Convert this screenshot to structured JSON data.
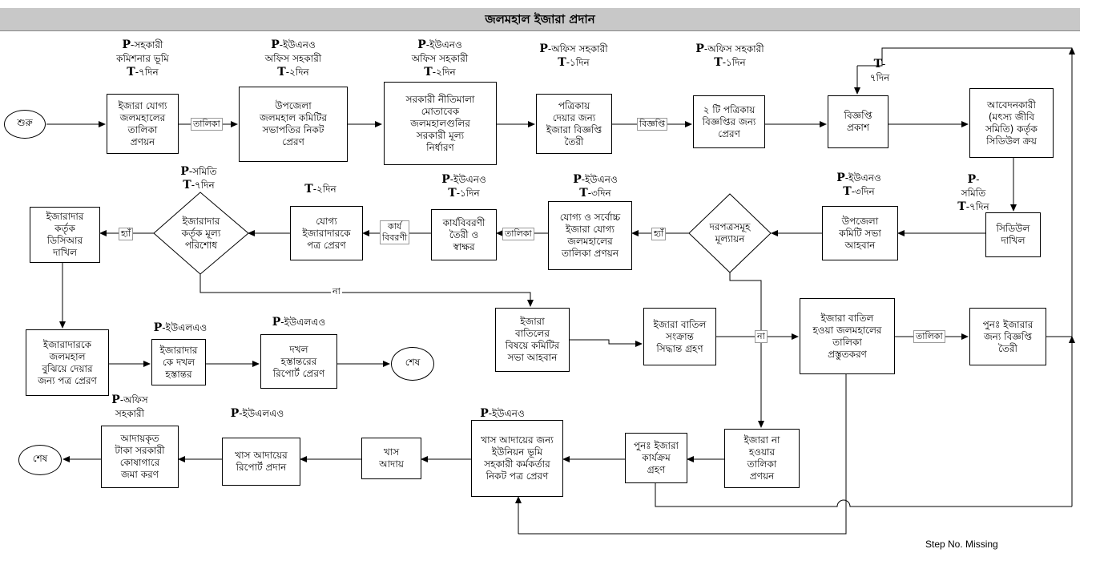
{
  "title": "জলমহাল ইজারা প্রদান",
  "footer": "Step No. Missing",
  "ovals": {
    "start": "শুরু",
    "end1": "শেষ",
    "end2": "শেষ"
  },
  "boxes": {
    "b1": "ইজারা যোগ্য\nজলমহালের\nতালিকা\nপ্রণয়ন",
    "b2": "উপজেলা\nজলমহাল কমিটির\nসভাপতির নিকট\nপ্রেরণ",
    "b3": "সরকারী নীতিমালা\nমোতাবেক\nজলমহালগুলির\nসরকারী মূল্য\nনির্ধারণ",
    "b4": "পত্রিকায়\nদেয়ার জন্য\nইজারা বিজ্ঞপ্তি\nতৈরী",
    "b5": "২ টি পত্রিকায়\nবিজ্ঞপ্তির জন্য\nপ্রেরণ",
    "b6": "বিজ্ঞপ্তি\nপ্রকাশ",
    "b7": "আবেদনকারী\n(মৎস্য জীবি\nসমিতি) কর্তৃক\nসিডিউল ক্রয়",
    "b8": "সিডিউল\nদাখিল",
    "b9": "উপজেলা\nকমিটি সভা\nআহবান",
    "b10": "যোগ্য ও সর্বোচ্চ\nইজারা যোগ্য\nজলমহালের\nতালিকা প্রণয়ন",
    "b11": "কার্যবিবরণী\nতৈরী ও\nস্বাক্ষর",
    "b12": "যোগ্য\nইজারাদারকে\nপত্র প্রেরণ",
    "b13": "ইজারাদার\nকর্তৃক\nডিসিআর\nদাখিল",
    "b14": "ইজারাদারকে\nজলমহাল\nবুঝিয়ে দেয়ার\nজন্য পত্র প্রেরণ",
    "b15": "ইজারাদার\nকে দখল\nহস্তান্তর",
    "b16": "দখল\nহস্তান্তরের\nরিপোর্ট প্রেরণ",
    "b17": "ইজারা\nবাতিলের\nবিষয়ে কমিটির\nসভা আহবান",
    "b18": "ইজারা বাতিল\nসংক্রান্ত\nসিদ্ধান্ত গ্রহণ",
    "b19": "ইজারা বাতিল\nহওয়া জলমহালের\nতালিকা\nপ্রস্তুতকরণ",
    "b20": "পুনঃ ইজারার\nজন্য বিজ্ঞপ্তি\nতৈরী",
    "b21": "ইজারা না\nহওয়ার\nতালিকা\nপ্রণয়ন",
    "b22": "পুনঃ ইজারা\nকার্যক্রম\nগ্রহণ",
    "b23": "খাস আদায়ের জন্য\nইউনিয়ন ভূমি\nসহকারী কর্মকর্তার\nনিকট পত্র প্রেরণ",
    "b24": "খাস\nআদায়",
    "b25": "খাস আদায়ের\nরিপোর্ট প্রদান",
    "b26": "আদায়কৃত\nটাকা সরকারী\nকোষাগারে\nজমা করণ"
  },
  "diamonds": {
    "d1": "দরপত্রসমূহ\nমূল্যায়ন",
    "d2": "ইজারাদার\nকর্তৃক মূল্য\nপরিশোধ"
  },
  "responsibles": {
    "r1": {
      "p": "P",
      "who": "-সহকারী\nকমিশনার ভূমি",
      "t": "T",
      "time": "-৭দিন"
    },
    "r2": {
      "p": "P",
      "who": "-ইউএনও\nঅফিস সহকারী",
      "t": "T",
      "time": "-২দিন"
    },
    "r3": {
      "p": "P",
      "who": "-ইউএনও\nঅফিস সহকারী",
      "t": "T",
      "time": "-২দিন"
    },
    "r4": {
      "p": "P",
      "who": "-অফিস সহকারী",
      "t": "T",
      "time": "-১দিন"
    },
    "r5": {
      "p": "P",
      "who": "-অফিস সহকারী",
      "t": "T",
      "time": "-১দিন"
    },
    "r6": {
      "p": "",
      "who": "",
      "t": "T",
      "time": "-\n৭দিন"
    },
    "r7": {
      "p": "P",
      "who": "-\nসমিতি",
      "t": "T",
      "time": "-৭দিন"
    },
    "r8": {
      "p": "P",
      "who": "-ইউএনও",
      "t": "T",
      "time": "-৩দিন"
    },
    "r9": {
      "p": "P",
      "who": "-ইউএনও",
      "t": "T",
      "time": "-৩দিন"
    },
    "r10": {
      "p": "P",
      "who": "-ইউএনও",
      "t": "T",
      "time": "-১দিন"
    },
    "r11": {
      "p": "",
      "who": "",
      "t": "T",
      "time": "-২দিন"
    },
    "r12": {
      "p": "P",
      "who": "-সমিতি",
      "t": "T",
      "time": "-৭দিন"
    },
    "r13": {
      "p": "P",
      "who": "-ইউএলএও",
      "t": "",
      "time": ""
    },
    "r14": {
      "p": "P",
      "who": "-ইউএলএও",
      "t": "",
      "time": ""
    },
    "r15": {
      "p": "P",
      "who": "-অফিস\nসহকারী",
      "t": "",
      "time": ""
    },
    "r16": {
      "p": "P",
      "who": "-ইউএলএও",
      "t": "",
      "time": ""
    },
    "r17": {
      "p": "P",
      "who": "-ইউএনও",
      "t": "",
      "time": ""
    }
  },
  "labels": {
    "l1": "তালিকা",
    "l2": "বিজ্ঞপ্তি",
    "l3": "হ্যাঁ",
    "l4": "তালিকা",
    "l5": "কার্য\nবিবরণী",
    "l6": "হ্যাঁ",
    "l7": "না",
    "l8": "না",
    "l9": "তালিকা"
  }
}
